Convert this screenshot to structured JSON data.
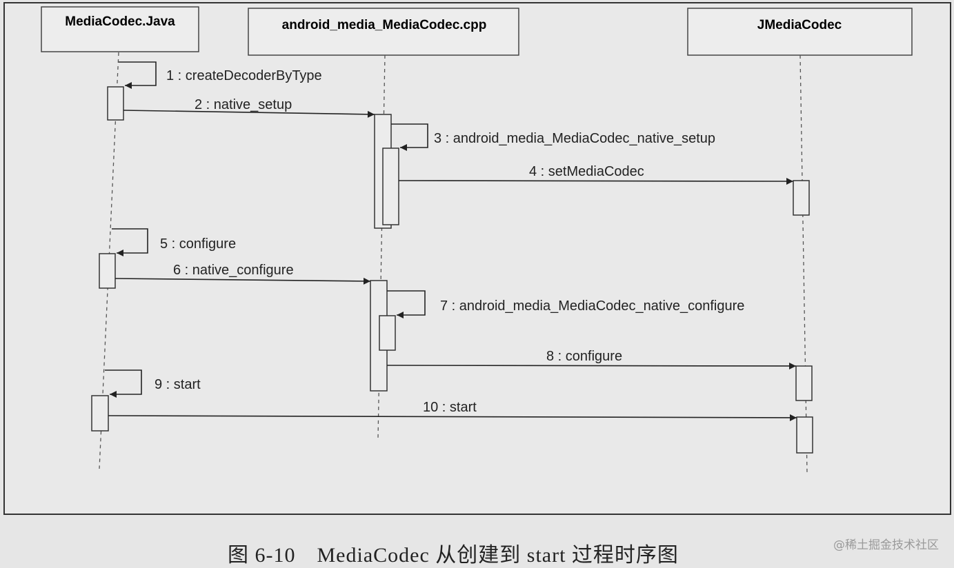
{
  "participants": [
    {
      "name": "MediaCodec.Java"
    },
    {
      "name": "android_media_MediaCodec.cpp"
    },
    {
      "name": "JMediaCodec"
    }
  ],
  "messages": [
    {
      "label": "1 : createDecoderByType"
    },
    {
      "label": "2 : native_setup"
    },
    {
      "label": "3 : android_media_MediaCodec_native_setup"
    },
    {
      "label": "4 : setMediaCodec"
    },
    {
      "label": "5 : configure"
    },
    {
      "label": "6 : native_configure"
    },
    {
      "label": "7 : android_media_MediaCodec_native_configure"
    },
    {
      "label": "8 : configure"
    },
    {
      "label": "9 : start"
    },
    {
      "label": "10 : start"
    }
  ],
  "caption": "图 6-10　MediaCodec 从创建到 start 过程时序图",
  "watermark": "@稀土掘金技术社区"
}
